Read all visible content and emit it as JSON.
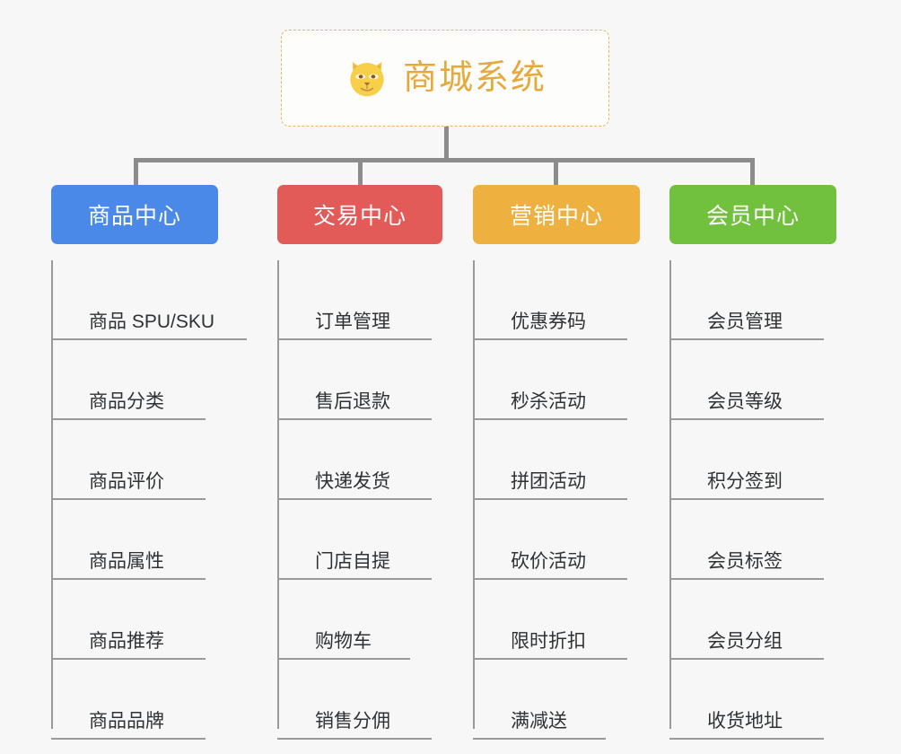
{
  "root": {
    "title": "商城系统",
    "icon": "shiba-dog-icon",
    "accent_color": "#e5a93c",
    "border_color": "#e9b55c"
  },
  "canvas": {
    "background_color": "#f7f7f7",
    "connector_color": "#8c8c8c"
  },
  "columns": [
    {
      "id": "product-center",
      "label": "商品中心",
      "color": "#4a89e8",
      "items": [
        "商品 SPU/SKU",
        "商品分类",
        "商品评价",
        "商品属性",
        "商品推荐",
        "商品品牌"
      ]
    },
    {
      "id": "trade-center",
      "label": "交易中心",
      "color": "#e35b58",
      "items": [
        "订单管理",
        "售后退款",
        "快递发货",
        "门店自提",
        "购物车",
        "销售分佣"
      ]
    },
    {
      "id": "marketing-center",
      "label": "营销中心",
      "color": "#eeb03f",
      "items": [
        "优惠券码",
        "秒杀活动",
        "拼团活动",
        "砍价活动",
        "限时折扣",
        "满减送"
      ]
    },
    {
      "id": "member-center",
      "label": "会员中心",
      "color": "#72c13e",
      "items": [
        "会员管理",
        "会员等级",
        "积分签到",
        "会员标签",
        "会员分组",
        "收货地址"
      ]
    }
  ]
}
